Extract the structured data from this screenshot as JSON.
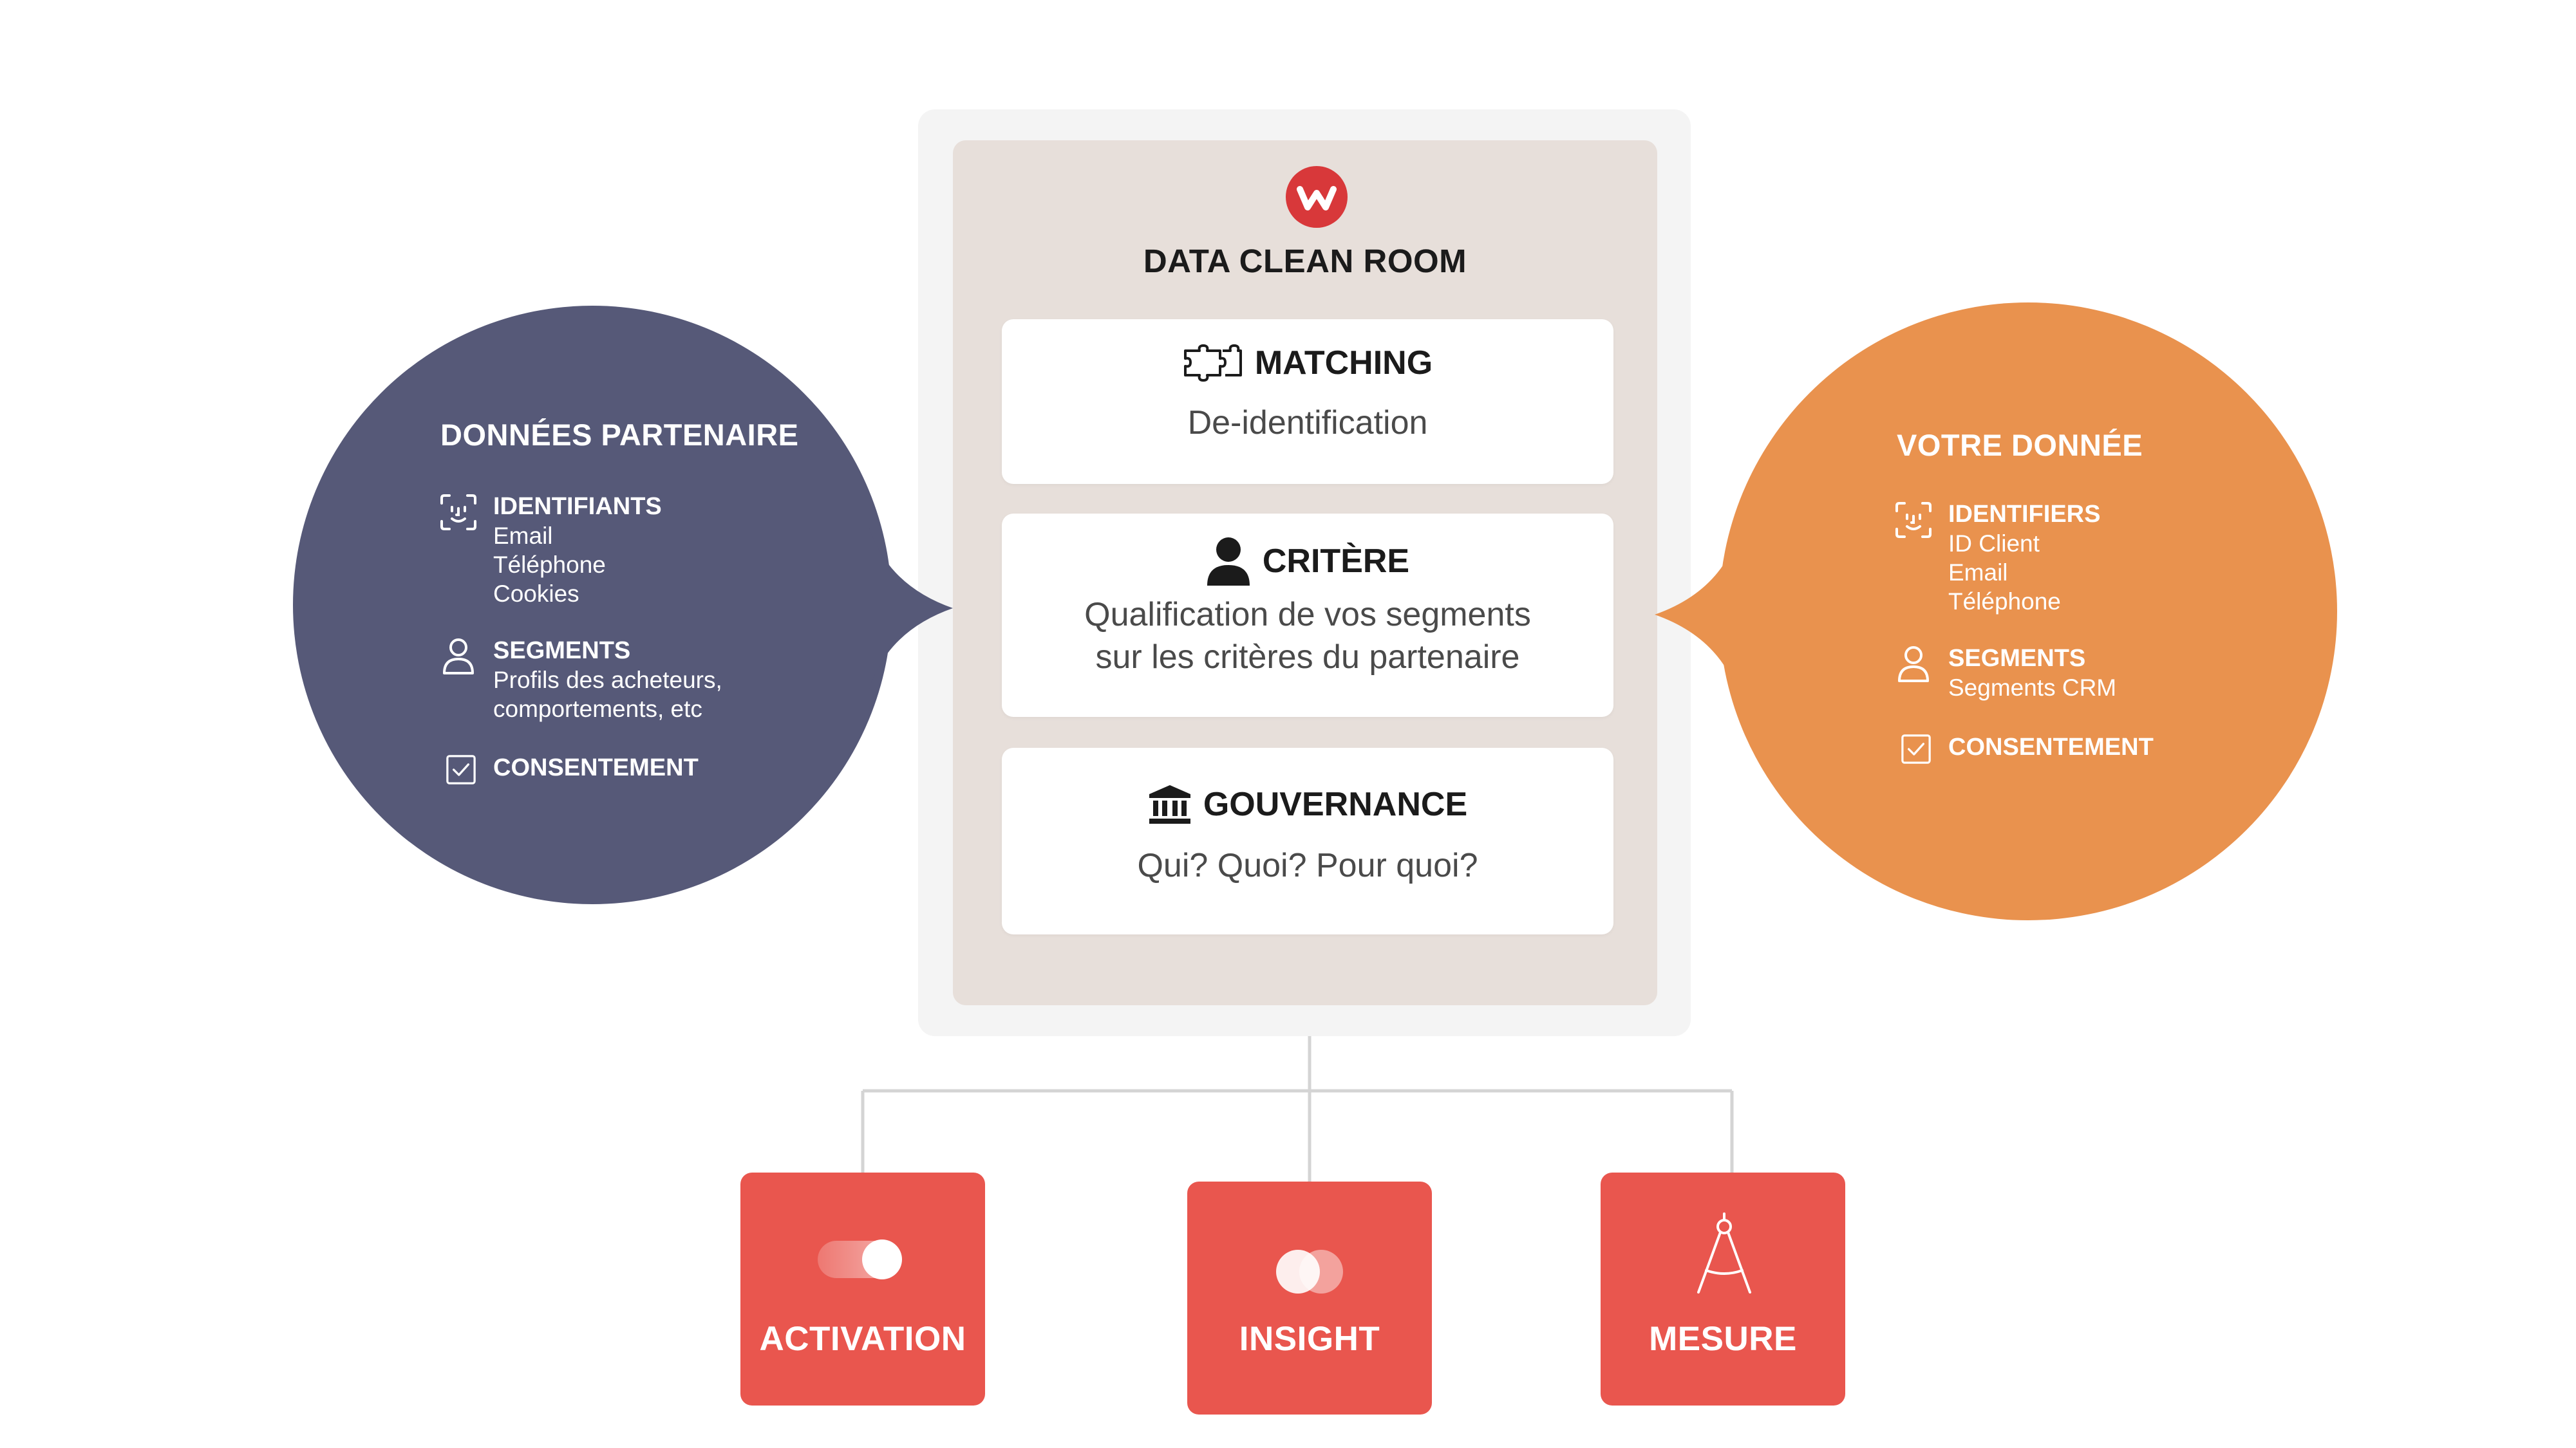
{
  "room": {
    "title": "DATA CLEAN ROOM",
    "logo_letter": "w",
    "brand_color": "#d8383a"
  },
  "cards": {
    "matching": {
      "title": "MATCHING",
      "body": "De-identification",
      "icon": "puzzle-icon"
    },
    "critere": {
      "title": "CRITÈRE",
      "body_lines": [
        "Qualification de vos segments",
        "sur les critères du partenaire"
      ],
      "icon": "user-icon"
    },
    "gouvernance": {
      "title": "GOUVERNANCE",
      "body": "Qui? Quoi? Pour quoi?",
      "icon": "institution-icon"
    }
  },
  "partner": {
    "title": "DONNÉES PARTENAIRE",
    "color": "#565978",
    "identifiers": {
      "label": "IDENTIFIANTS",
      "items": [
        "Email",
        "Téléphone",
        "Cookies"
      ]
    },
    "segments": {
      "label": "SEGMENTS",
      "items": [
        "Profils des acheteurs,",
        "comportements, etc"
      ]
    },
    "consent": {
      "label": "CONSENTEMENT"
    }
  },
  "yours": {
    "title": "VOTRE DONNÉE",
    "color": "#e9924e",
    "identifiers": {
      "label": "IDENTIFIERS",
      "items": [
        "ID Client",
        "Email",
        "Téléphone"
      ]
    },
    "segments": {
      "label": "SEGMENTS",
      "items": [
        "Segments CRM"
      ]
    },
    "consent": {
      "label": "CONSENTEMENT"
    }
  },
  "outputs": {
    "color": "#e9564e",
    "activation": {
      "label": "ACTIVATION",
      "icon": "toggle-icon"
    },
    "insight": {
      "label": "INSIGHT",
      "icon": "overlap-circles-icon"
    },
    "mesure": {
      "label": "MESURE",
      "icon": "compass-icon"
    }
  }
}
